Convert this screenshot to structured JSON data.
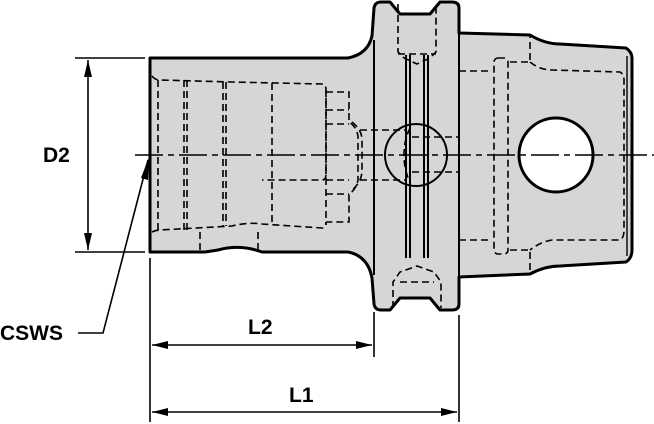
{
  "drawing": {
    "type": "technical-drawing",
    "subject": "tool holder adapter side view",
    "colors": {
      "body_fill": "#d6d6d6",
      "line": "#000000",
      "background": "#ffffff"
    }
  },
  "dimensions": {
    "d2": {
      "label": "D2"
    },
    "l2": {
      "label": "L2"
    },
    "l1": {
      "label": "L1"
    },
    "csws": {
      "label": "CSWS"
    }
  }
}
